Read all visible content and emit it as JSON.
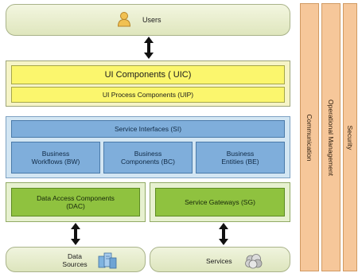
{
  "users": {
    "label": "Users",
    "icon": "user-icon"
  },
  "ui_layer": {
    "components": "UI Components ( UIC)",
    "process": "UI Process Components (UIP)"
  },
  "business_layer": {
    "service_interfaces": "Service Interfaces (SI)",
    "workflows": "Business Workflows (BW)",
    "components": "Business Components (BC)",
    "entities": "Business Entities (BE)"
  },
  "data_layer": {
    "dac": "Data Access Components (DAC)",
    "sg": "Service Gateways (SG)"
  },
  "bottom": {
    "data_sources": "Data Sources",
    "data_sources_icon": "database-icon",
    "services": "Services",
    "services_icon": "cloud-icon"
  },
  "cross_cutting": {
    "communication": "Communication",
    "operational": "Operational Management",
    "security": "Security"
  },
  "colors": {
    "yellow": "#fbf66d",
    "blue": "#7faedb",
    "green": "#8fc23f",
    "orange": "#f6c79a"
  }
}
